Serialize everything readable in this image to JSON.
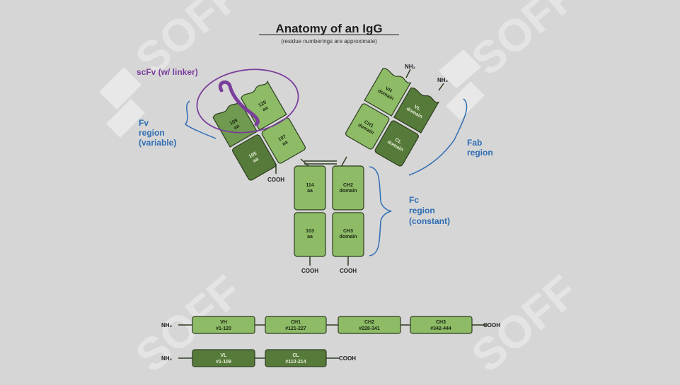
{
  "title": "Anatomy of an IgG",
  "subtitle": "(residue numberings are approximate)",
  "watermark": "SOFF",
  "colors": {
    "light_domain": "#8dbb66",
    "dark_domain": "#567a3a",
    "outline": "#2d3d20",
    "bracket": "#2f6db3",
    "scfv": "#7a3f9b"
  },
  "labels": {
    "scfv": "scFv (w/ linker)",
    "fv_region": [
      "Fv",
      "region",
      "(variable)"
    ],
    "fab_region": [
      "Fab",
      "region"
    ],
    "fc_region": [
      "Fc",
      "region",
      "(constant)"
    ]
  },
  "terminals": {
    "nh2": "NH₂",
    "cooh": "COOH"
  },
  "left_arm": {
    "d1": [
      "109",
      "aa"
    ],
    "d2": [
      "120",
      "aa"
    ],
    "d3": [
      "105",
      "aa"
    ],
    "d4": [
      "107",
      "aa"
    ]
  },
  "right_arm": {
    "vh": [
      "VH",
      "domain"
    ],
    "vl": [
      "VL",
      "domain"
    ],
    "ch1": [
      "CH1",
      "domain"
    ],
    "cl": [
      "CL",
      "domain"
    ]
  },
  "stem": {
    "l1": [
      "114",
      "aa"
    ],
    "l2": [
      "103",
      "aa"
    ],
    "ch2": [
      "CH2",
      "domain"
    ],
    "ch3": [
      "CH3",
      "domain"
    ]
  },
  "heavy_chain": [
    {
      "name": "VH",
      "range": "#1-120"
    },
    {
      "name": "CH1",
      "range": "#121-227"
    },
    {
      "name": "CH2",
      "range": "#228-341"
    },
    {
      "name": "CH3",
      "range": "#342-444"
    }
  ],
  "light_chain": [
    {
      "name": "VL",
      "range": "#1-109"
    },
    {
      "name": "CL",
      "range": "#110-214"
    }
  ]
}
